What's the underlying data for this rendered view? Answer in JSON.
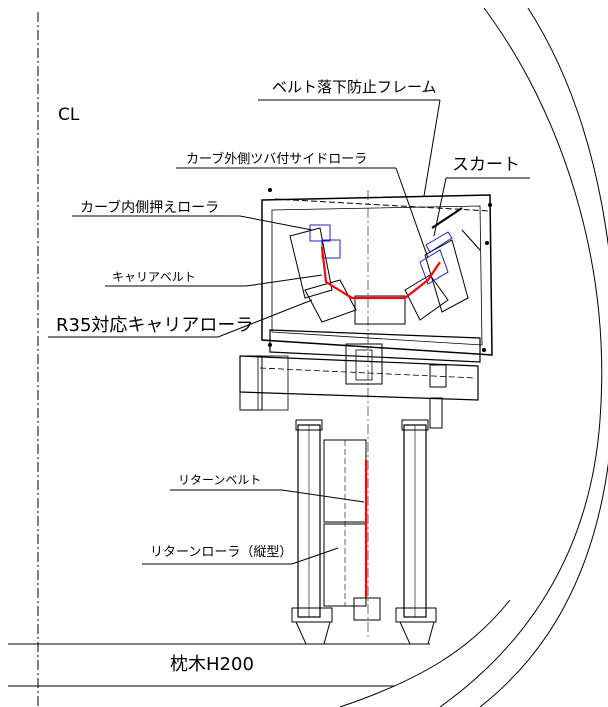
{
  "drawing": {
    "centerline_label": "CL",
    "labels": {
      "belt_fall_frame": "ベルト落下防止フレーム",
      "curve_outer_side_roller": "カーブ外側ツバ付サイドローラ",
      "skirt": "スカート",
      "curve_inner_press_roller": "カーブ内側押えローラ",
      "carrier_belt": "キャリアベルト",
      "r35_carrier_roller": "R35対応キャリアローラ",
      "return_belt": "リターンベルト",
      "return_roller_vertical": "リターンローラ（縦型）",
      "sleeper": "枕木H200"
    },
    "colors": {
      "line": "#000000",
      "belt": "#ff0000",
      "blue_parts": "#2020c0"
    }
  }
}
